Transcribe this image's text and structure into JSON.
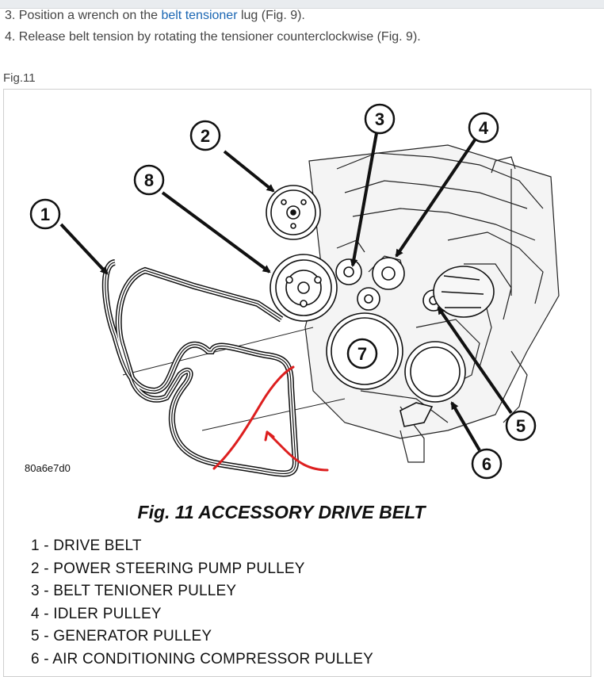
{
  "steps": [
    {
      "prefix": "3. Position a wrench on the ",
      "link": "belt tensioner",
      "suffix": " lug (Fig. 9)."
    },
    {
      "text": "4. Release belt tension by rotating the tensioner counterclockwise (Fig. 9)."
    }
  ],
  "figure": {
    "label": "Fig.11",
    "image_code": "80a6e7d0",
    "caption": "Fig. 11 ACCESSORY DRIVE BELT",
    "callouts": [
      "1",
      "2",
      "3",
      "4",
      "5",
      "6",
      "7",
      "8"
    ],
    "legend": [
      "1 - DRIVE BELT",
      "2 - POWER STEERING PUMP PULLEY",
      "3 - BELT TENIONER PULLEY",
      "4 - IDLER PULLEY",
      "5 - GENERATOR PULLEY",
      "6 - AIR CONDITIONING COMPRESSOR PULLEY"
    ],
    "annotation_color": "#dd1f1f"
  }
}
